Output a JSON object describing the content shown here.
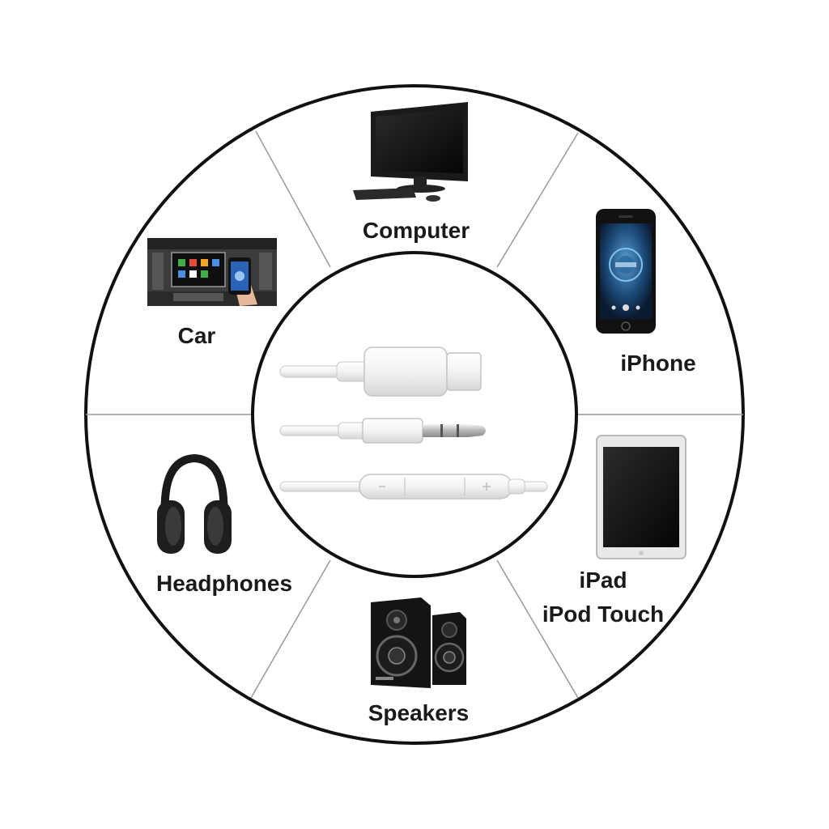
{
  "labels": {
    "computer": "Computer",
    "iphone": "iPhone",
    "ipad_line1": "iPad",
    "ipad_line2": "iPod Touch",
    "speakers": "Speakers",
    "headphones": "Headphones",
    "car": "Car"
  },
  "colors": {
    "ring": "#111111",
    "divider": "#9a9a9a",
    "text": "#1a1a1a",
    "cable": "#f2f2f2"
  },
  "icons": [
    "computer-icon",
    "iphone-icon",
    "ipad-icon",
    "speakers-icon",
    "headphones-icon",
    "car-dashboard-icon",
    "lightning-cable-icon",
    "aux-plug-icon",
    "inline-remote-icon"
  ]
}
